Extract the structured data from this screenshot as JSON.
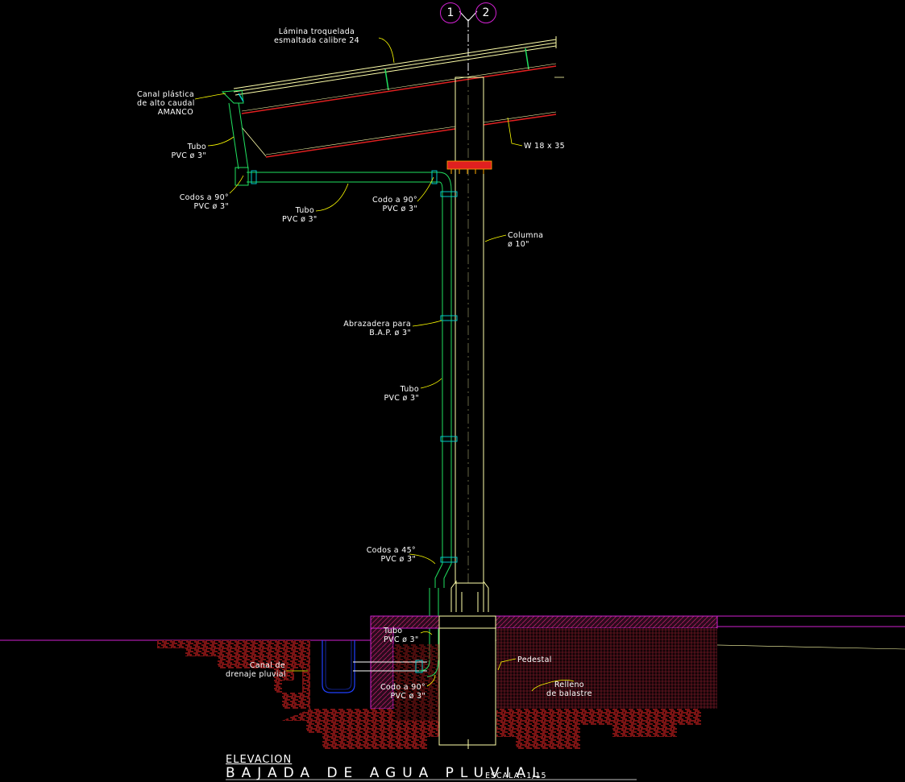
{
  "grid": {
    "axis_1": "1",
    "axis_2": "2"
  },
  "labels": {
    "lamina": "Lámina troquelada\nesmaltada calibre 24",
    "canal": "Canal plástica\nde alto caudal\nAMANCO",
    "tubo_inclinado": "Tubo\nPVC ø 3\"",
    "codos_90_izq": "Codos a 90°\nPVC ø 3\"",
    "tubo_horizontal": "Tubo\nPVC ø 3\"",
    "codo_90_der": "Codo a 90°\nPVC ø 3\"",
    "viga": "W 18 x 35",
    "columna": "Columna\nø 10\"",
    "abrazadera": "Abrazadera para\nB.A.P. ø 3\"",
    "tubo_vertical": "Tubo\nPVC ø 3\"",
    "codos_45": "Codos a 45°\nPVC ø 3\"",
    "tubo_bajo": "Tubo\nPVC ø 3\"",
    "pedestal": "Pedestal",
    "canal_drenaje": "Canal de\ndrenaje pluvial",
    "codo_90_bajo": "Codo a 90°\nPVC ø 3\"",
    "relleno": "Relleno\nde balastre"
  },
  "title": {
    "view": "ELEVACION",
    "name": "BAJADA  DE  AGUA  PLUVIAL",
    "scale": "ESCALA:  1/15"
  },
  "colors": {
    "background": "#000000",
    "roof": "#ffffaa",
    "beam": "#e02020",
    "pipe": "#20e060",
    "support": "#00c8c8",
    "column": "#ffffaa",
    "ground_line": "#d020d0",
    "soil": "#c41e1e",
    "leader": "#ffff00",
    "text": "#ffffff"
  }
}
